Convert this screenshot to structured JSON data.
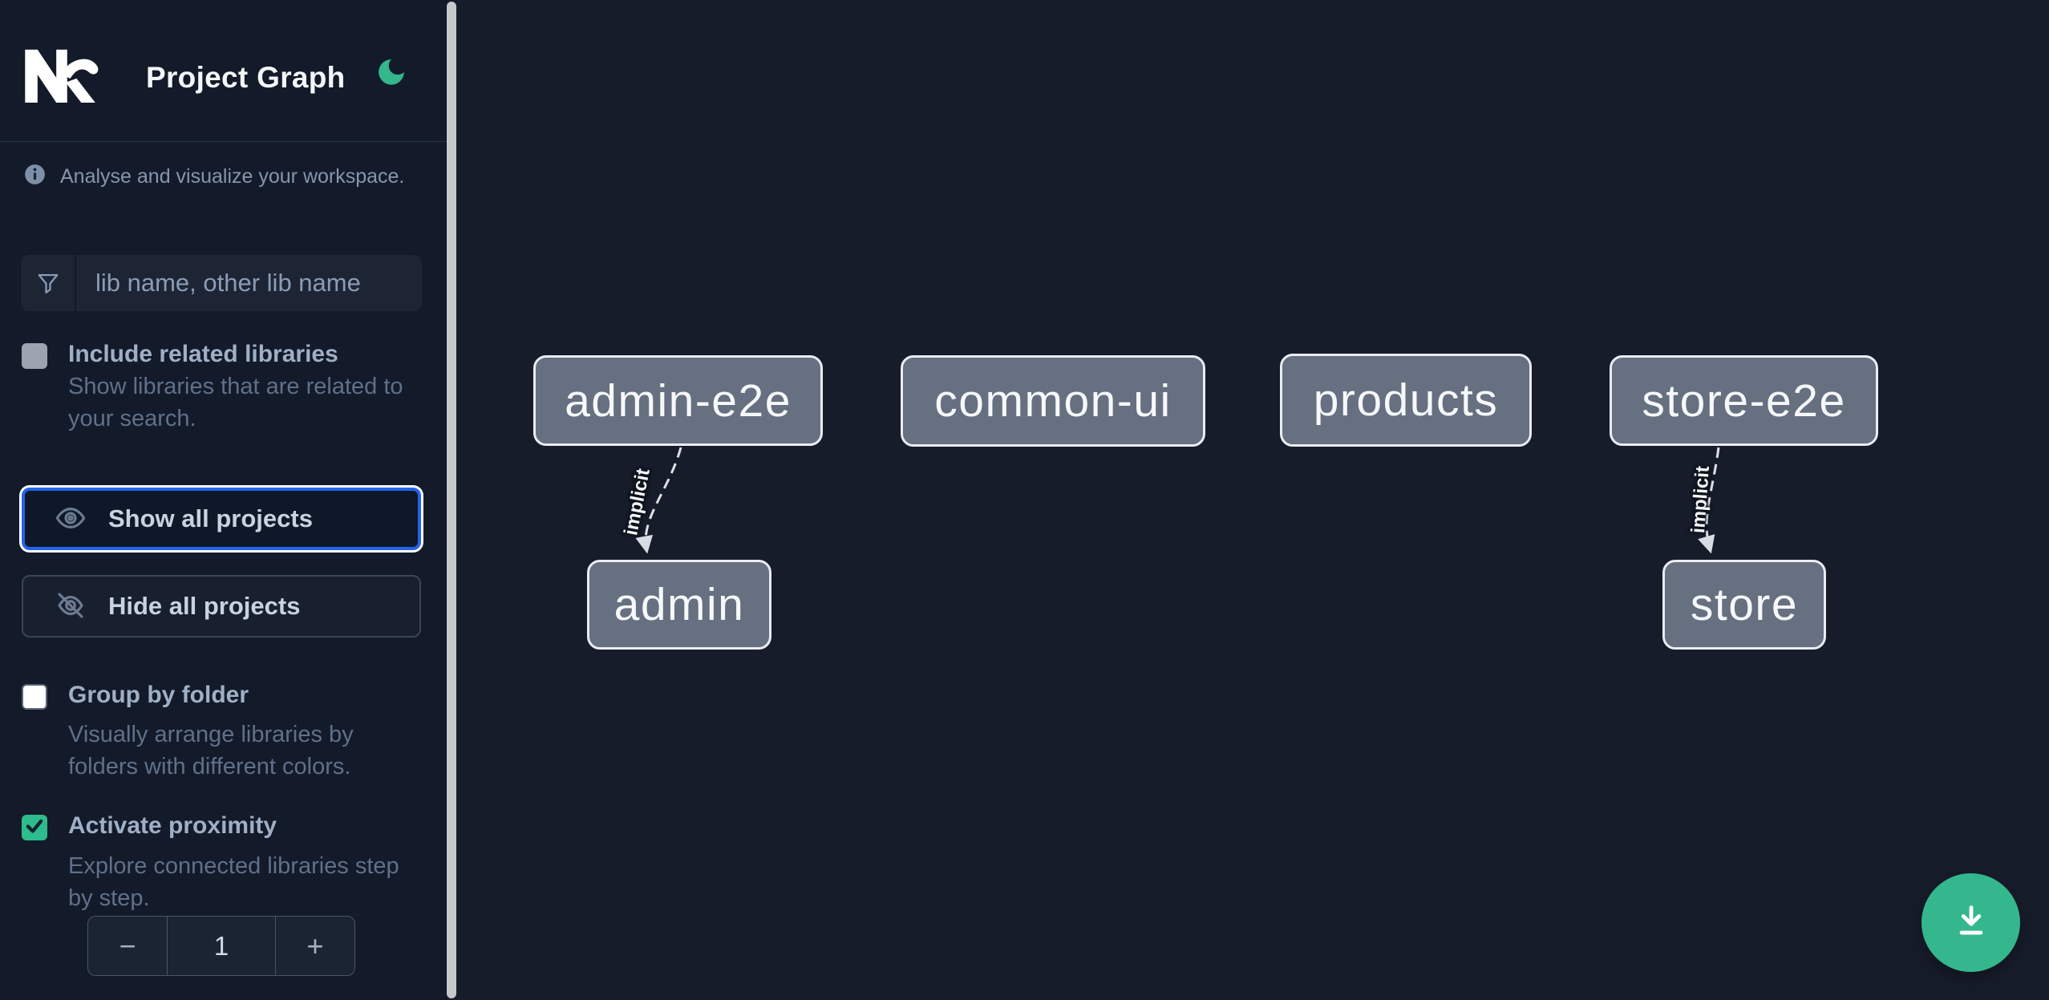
{
  "header": {
    "app_logo": "nx-logo",
    "title": "Project Graph",
    "theme_toggle_icon": "moon-icon"
  },
  "sidebar": {
    "info_text": "Analyse and visualize your workspace.",
    "search": {
      "placeholder": "lib name, other lib name",
      "value": ""
    },
    "include_related": {
      "label": "Include related libraries",
      "desc_lines": [
        "Show libraries that are related to",
        "your search."
      ],
      "checked": false
    },
    "show_all": {
      "label": "Show all projects"
    },
    "hide_all": {
      "label": "Hide all projects"
    },
    "group_by_folder": {
      "label": "Group by folder",
      "desc_lines": [
        "Visually arrange libraries by",
        "folders with different colors."
      ],
      "checked": false
    },
    "proximity": {
      "label": "Activate proximity",
      "desc_lines": [
        "Explore connected libraries step",
        "by step."
      ],
      "checked": true,
      "stepper": {
        "decrement": "−",
        "value": "1",
        "increment": "+"
      }
    }
  },
  "graph": {
    "nodes": [
      {
        "id": "admin-e2e",
        "label": "admin-e2e"
      },
      {
        "id": "common-ui",
        "label": "common-ui"
      },
      {
        "id": "products",
        "label": "products"
      },
      {
        "id": "store-e2e",
        "label": "store-e2e"
      },
      {
        "id": "admin",
        "label": "admin"
      },
      {
        "id": "store",
        "label": "store"
      }
    ],
    "edges": [
      {
        "source": "admin-e2e",
        "target": "admin",
        "label": "implicit"
      },
      {
        "source": "store-e2e",
        "target": "store",
        "label": "implicit"
      }
    ]
  },
  "fab": {
    "icon": "download-icon"
  },
  "colors": {
    "accent_green": "#34b78c",
    "focus_blue": "#2563eb",
    "sidebar_bg": "#131a29",
    "canvas_bg": "#171c2a",
    "node_fill": "#667080",
    "node_border": "#e9ecf1",
    "edge": "#dde1e7"
  }
}
